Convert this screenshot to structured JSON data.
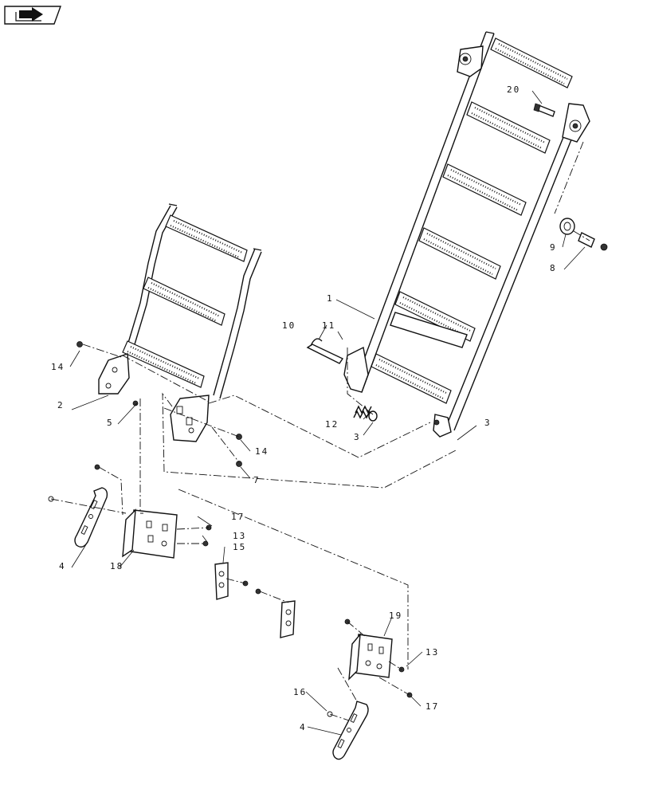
{
  "nav_icon": {
    "name": "book-arrow-icon"
  },
  "callouts": {
    "c1": "1",
    "c2": "2",
    "c3a": "3",
    "c3b": "3",
    "c4a": "4",
    "c4b": "4",
    "c5": "5",
    "c7": "7",
    "c8": "8",
    "c9": "9",
    "c10": "10",
    "c11": "11",
    "c12": "12",
    "c13a": "13",
    "c13b": "13",
    "c14a": "14",
    "c14b": "14",
    "c15": "15",
    "c16": "16",
    "c17a": "17",
    "c17b": "17",
    "c18": "18",
    "c19": "19",
    "c20": "20"
  }
}
